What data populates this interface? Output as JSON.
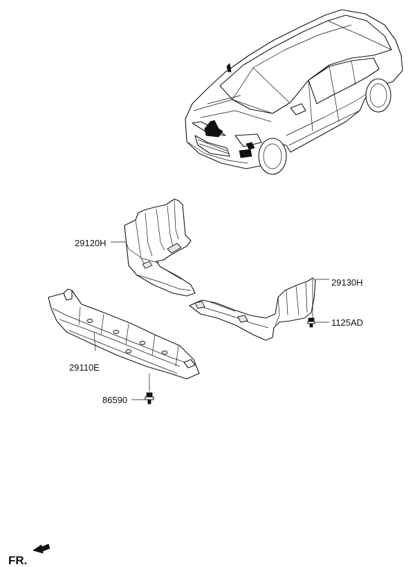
{
  "labels": {
    "cover_rh": "29120H",
    "cover_lh": "29130H",
    "bolt_side": "1125AD",
    "cover_front": "29110E",
    "bolt_front": "86590"
  },
  "orientation": {
    "text": "FR."
  }
}
